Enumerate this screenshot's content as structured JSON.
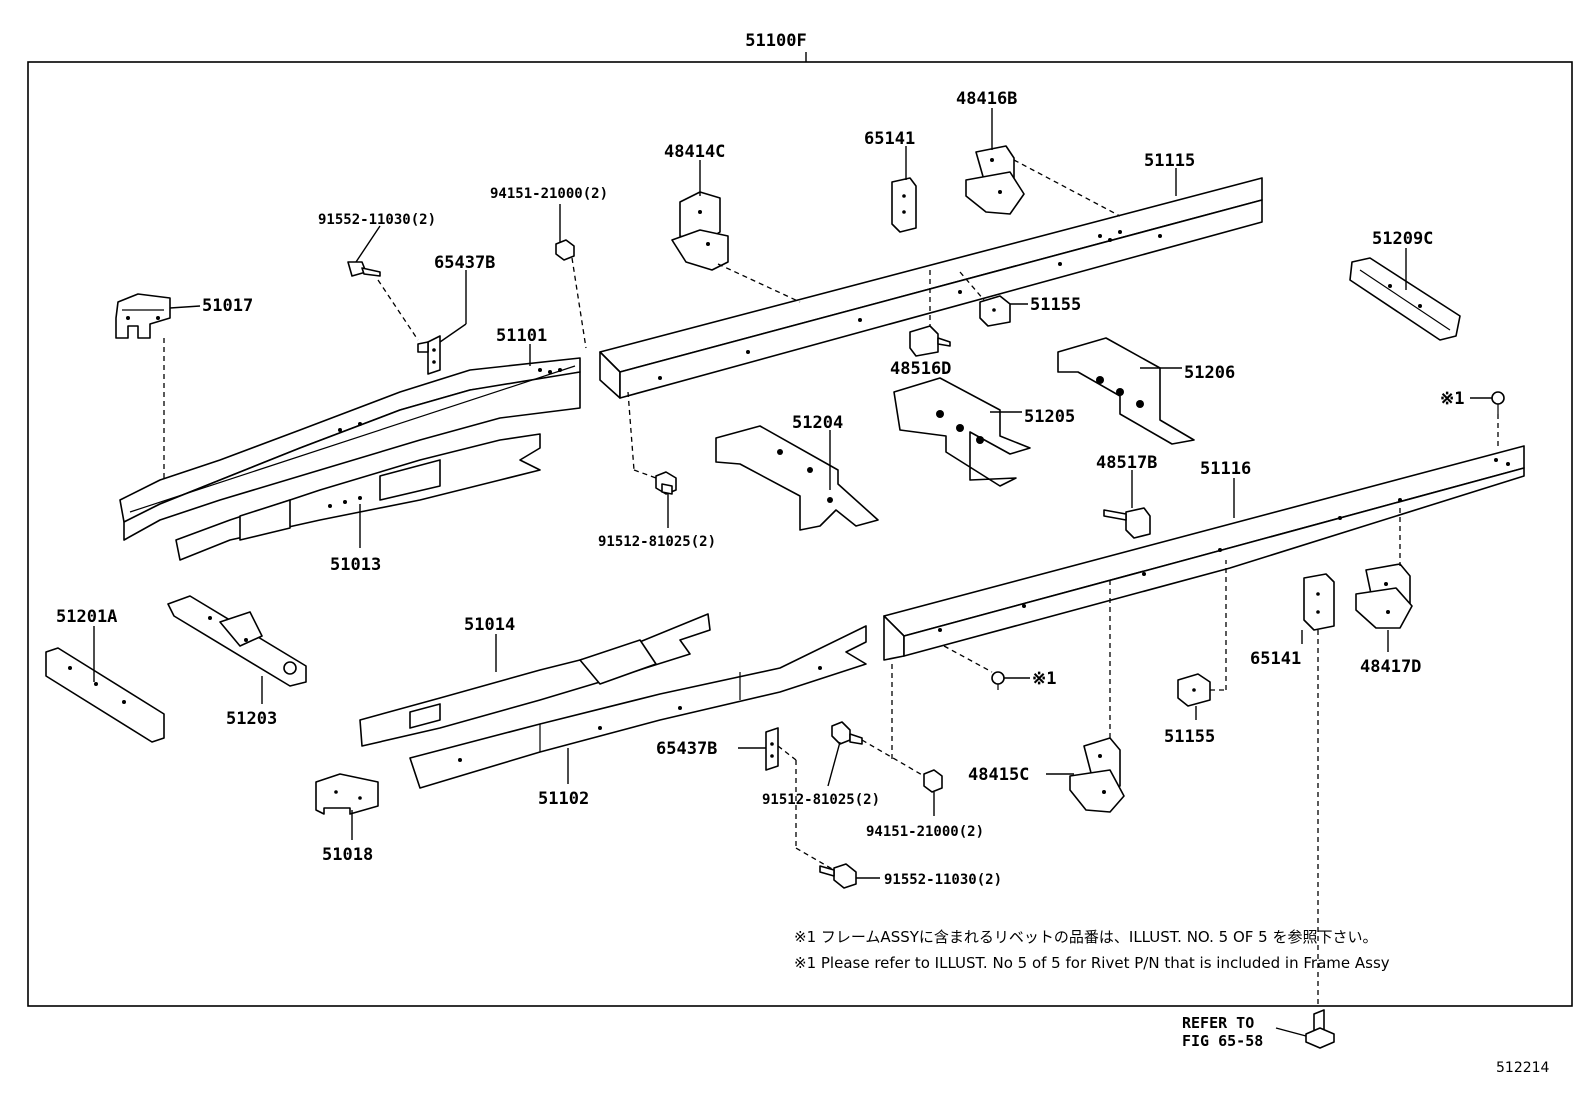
{
  "assembly": {
    "label": "51100F"
  },
  "callouts": [
    {
      "id": "51017",
      "label": "51017"
    },
    {
      "id": "91552-11030-upper",
      "label": "91552-11030(2)"
    },
    {
      "id": "65437B-upper",
      "label": "65437B"
    },
    {
      "id": "94151-21000-upper",
      "label": "94151-21000(2)"
    },
    {
      "id": "48414C",
      "label": "48414C"
    },
    {
      "id": "65141-upper",
      "label": "65141"
    },
    {
      "id": "48416B",
      "label": "48416B"
    },
    {
      "id": "51115",
      "label": "51115"
    },
    {
      "id": "51209C",
      "label": "51209C"
    },
    {
      "id": "51155-upper",
      "label": "51155"
    },
    {
      "id": "48516D",
      "label": "48516D"
    },
    {
      "id": "51206",
      "label": "51206"
    },
    {
      "id": "51205",
      "label": "51205"
    },
    {
      "id": "51204",
      "label": "51204"
    },
    {
      "id": "51101",
      "label": "51101"
    },
    {
      "id": "51013",
      "label": "51013"
    },
    {
      "id": "91512-81025-upper",
      "label": "91512-81025(2)"
    },
    {
      "id": "rivet-1-upper",
      "label": "※1"
    },
    {
      "id": "48517B",
      "label": "48517B"
    },
    {
      "id": "51116",
      "label": "51116"
    },
    {
      "id": "51201A",
      "label": "51201A"
    },
    {
      "id": "51203",
      "label": "51203"
    },
    {
      "id": "51014",
      "label": "51014"
    },
    {
      "id": "51102",
      "label": "51102"
    },
    {
      "id": "51018",
      "label": "51018"
    },
    {
      "id": "65437B-lower",
      "label": "65437B"
    },
    {
      "id": "91512-81025-lower",
      "label": "91512-81025(2)"
    },
    {
      "id": "94151-21000-lower",
      "label": "94151-21000(2)"
    },
    {
      "id": "91552-11030-lower",
      "label": "91552-11030(2)"
    },
    {
      "id": "rivet-1-lower",
      "label": "※1"
    },
    {
      "id": "48415C",
      "label": "48415C"
    },
    {
      "id": "51155-lower",
      "label": "51155"
    },
    {
      "id": "65141-lower",
      "label": "65141"
    },
    {
      "id": "48417D",
      "label": "48417D"
    }
  ],
  "notes": {
    "japanese": "※1 フレームASSYに含まれるリベットの品番は、ILLUST. NO. 5  OF  5  を参照下さい。",
    "english": "※1 Please refer to ILLUST. No 5 of 5 for Rivet P/N that is included in Frame Assy"
  },
  "reference": {
    "line1": "REFER TO",
    "line2": "FIG 65-58"
  },
  "figure_id": "512214"
}
